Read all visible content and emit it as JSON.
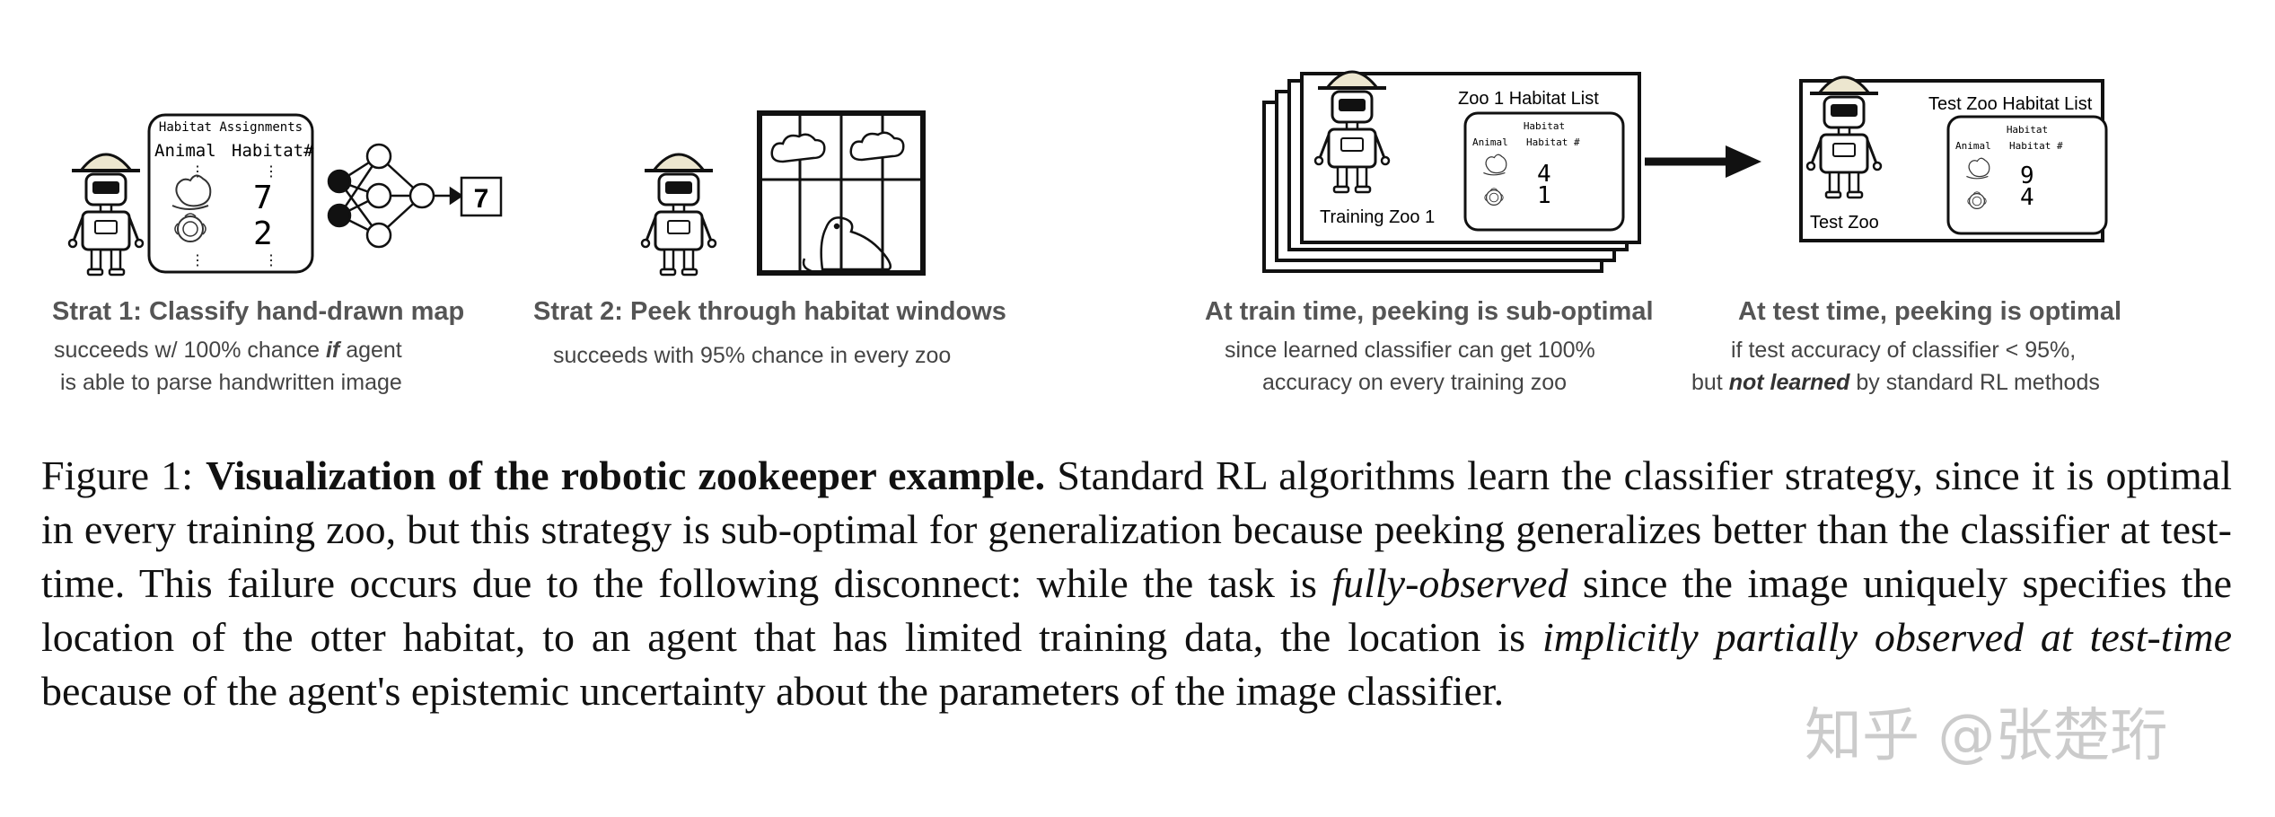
{
  "figure": {
    "panels": [
      {
        "title": "Strat 1: Classify hand-drawn map",
        "desc_line1_pre": "succeeds w/ 100% chance ",
        "desc_line1_em": "if",
        "desc_line1_post": " agent",
        "desc_line2": "is able to parse handwritten image",
        "card_title": "Habitat Assignments",
        "col_animal": "Animal",
        "col_habitat": "Habitat#",
        "row1_value": "7",
        "row2_value": "2",
        "output_value": "7"
      },
      {
        "title": "Strat 2: Peek through habitat windows",
        "desc_line1": "succeeds with 95% chance in every zoo"
      },
      {
        "title": "At train time, peeking is sub-optimal",
        "desc_line1": "since learned classifier can get 100%",
        "desc_line2": "accuracy on every training zoo",
        "zoo_list_title": "Zoo 1 Habitat List",
        "zoo_label": "Training Zoo 1",
        "mini_title": "Habitat",
        "mini_col_animal": "Animal",
        "mini_col_habitat": "Habitat #",
        "mini_row1": "4",
        "mini_row2": "1"
      },
      {
        "title": "At test time, peeking is optimal",
        "desc_line1": "if test accuracy of classifier < 95%,",
        "desc_line2_pre": "but ",
        "desc_line2_strong": "not learned",
        "desc_line2_post": " by standard RL methods",
        "zoo_list_title": "Test Zoo Habitat List",
        "zoo_label": "Test Zoo",
        "mini_title": "Habitat",
        "mini_col_animal": "Animal",
        "mini_col_habitat": "Habitat #",
        "mini_row1": "9",
        "mini_row2": "4"
      }
    ]
  },
  "caption": {
    "label": "Figure 1:",
    "bold_title": "Visualization of the robotic zookeeper example.",
    "text1": " Standard RL algorithms learn the classifier strategy, since it is optimal in every training zoo, but this strategy is sub-optimal for generalization because peeking generalizes better than the classifier at test-time. This failure occurs due to the following disconnect: while the task is ",
    "em1": "fully-observed",
    "text2": " since the image uniquely specifies the location of the otter habitat, to an agent that has limited training data, the location is ",
    "em2": "implicitly partially observed at test-time",
    "text3": " because of the agent's epistemic uncertainty about the parameters of the image classifier."
  },
  "watermark": "知乎 @张楚珩",
  "colors": {
    "ink": "#111111",
    "muted_title": "#555555",
    "muted_desc": "#444444",
    "hat": "#ece6cf"
  }
}
